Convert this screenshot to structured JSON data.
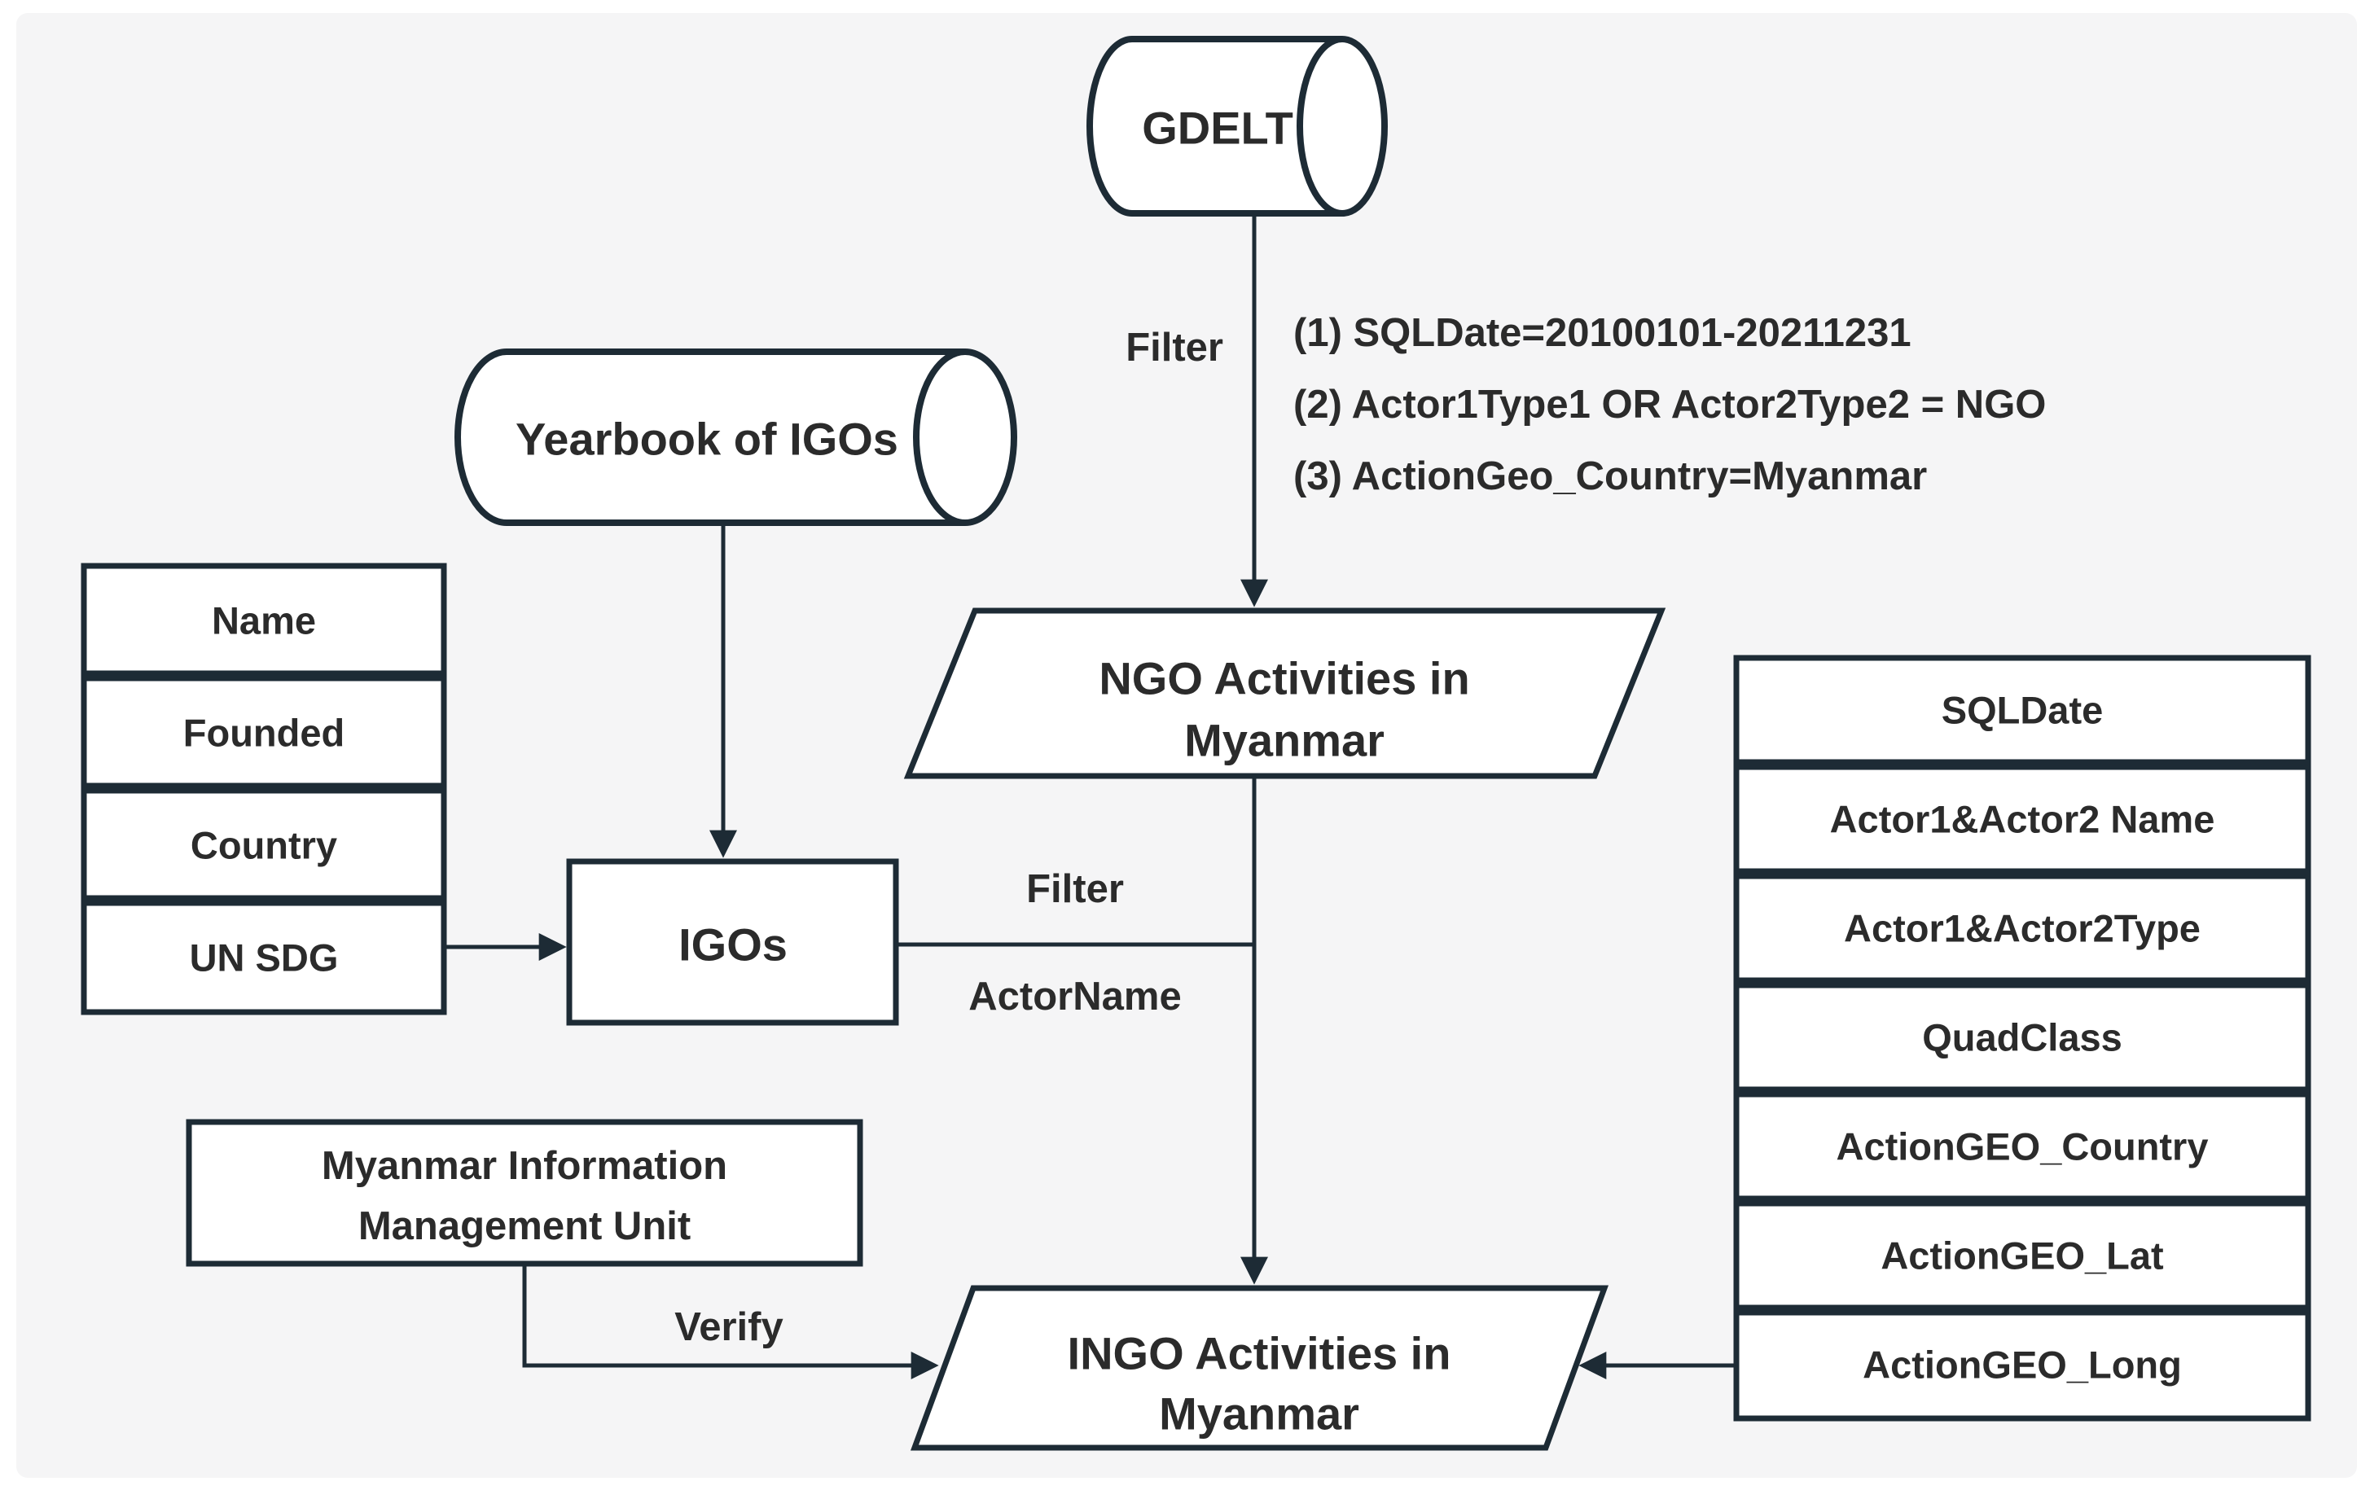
{
  "diagram": {
    "sources": {
      "gdelt": "GDELT",
      "yearbook": "Yearbook of IGOs",
      "mimu_line1": "Myanmar Information",
      "mimu_line2": "Management Unit"
    },
    "nodes": {
      "igos": "IGOs",
      "ngo_line1": "NGO Activities in",
      "ngo_line2": "Myanmar",
      "ingo_line1": "INGO Activities in",
      "ingo_line2": "Myanmar"
    },
    "edges": {
      "gdelt_filter_label": "Filter",
      "filter_conditions": [
        "(1) SQLDate=20100101-20211231",
        "(2) Actor1Type1 OR Actor2Type2 = NGO",
        "(3) ActionGeo_Country=Myanmar"
      ],
      "igos_filter_label": "Filter",
      "igos_filter_field": "ActorName",
      "verify_label": "Verify"
    },
    "igo_attributes": [
      "Name",
      "Founded",
      "Country",
      "UN SDG"
    ],
    "gdelt_fields": [
      "SQLDate",
      "Actor1&Actor2 Name",
      "Actor1&Actor2Type",
      "QuadClass",
      "ActionGEO_Country",
      "ActionGEO_Lat",
      "ActionGEO_Long"
    ],
    "colors": {
      "stroke": "#1d2b35",
      "text": "#2b2b2b",
      "panel": "#f5f5f6",
      "page": "#ffffff",
      "shape_fill": "#ffffff"
    }
  }
}
